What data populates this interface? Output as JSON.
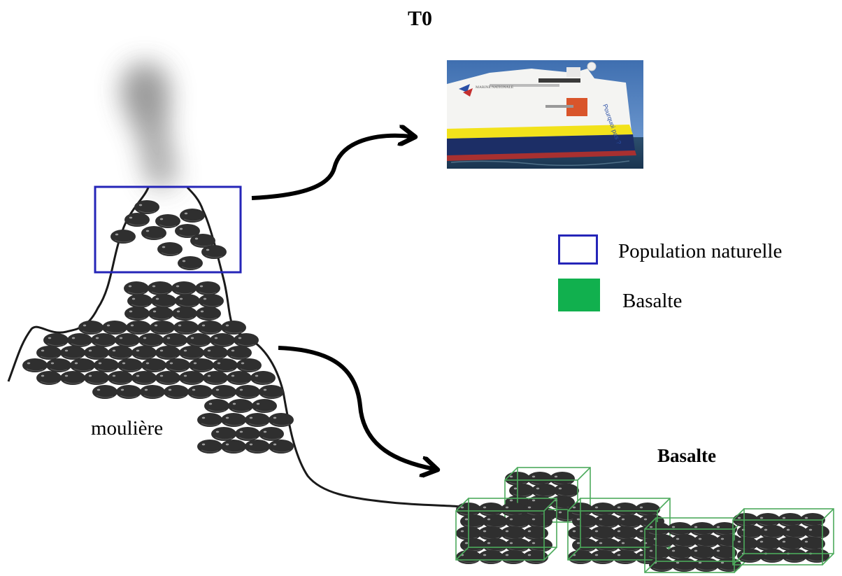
{
  "title": "T0",
  "labels": {
    "mussel_bed": "moulière",
    "basalt_section": "Basalte"
  },
  "legend": {
    "items": [
      {
        "label": "Population naturelle",
        "swatch": "outline",
        "color": "#2525b8"
      },
      {
        "label": "Basalte",
        "swatch": "filled",
        "color": "#11b04e"
      }
    ]
  },
  "ship_photo": {
    "hull_text": "MARINE NATIONALE",
    "name_text": "Pourquoi pas ?"
  },
  "colors": {
    "mussel": "#2f2f2f",
    "smoke": "#9a9a9a",
    "selection_box": "#2525b8",
    "cage_green": "#4caa5c",
    "ship_hull": "#1c2e66",
    "ship_stripe": "#f2e21b"
  }
}
